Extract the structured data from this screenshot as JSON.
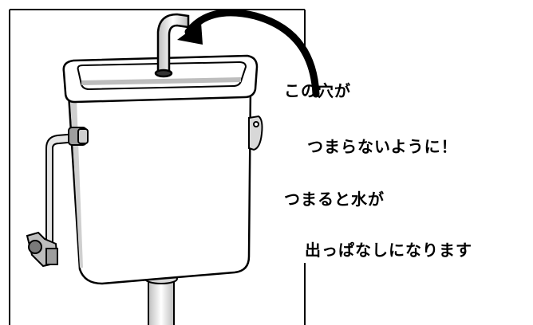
{
  "captions": {
    "line1": "この穴が",
    "line2": "つまらないように！",
    "line3": "つまると水が",
    "line4": "出っぱなしになります"
  },
  "colors": {
    "line": "#000000",
    "fill": "#ffffff",
    "shade": "#cfcfcf"
  },
  "icons": [
    "toilet-tank-illustration",
    "curved-arrow-icon",
    "faucet-spout-icon",
    "supply-pipe-icon",
    "drain-pipe-icon"
  ]
}
